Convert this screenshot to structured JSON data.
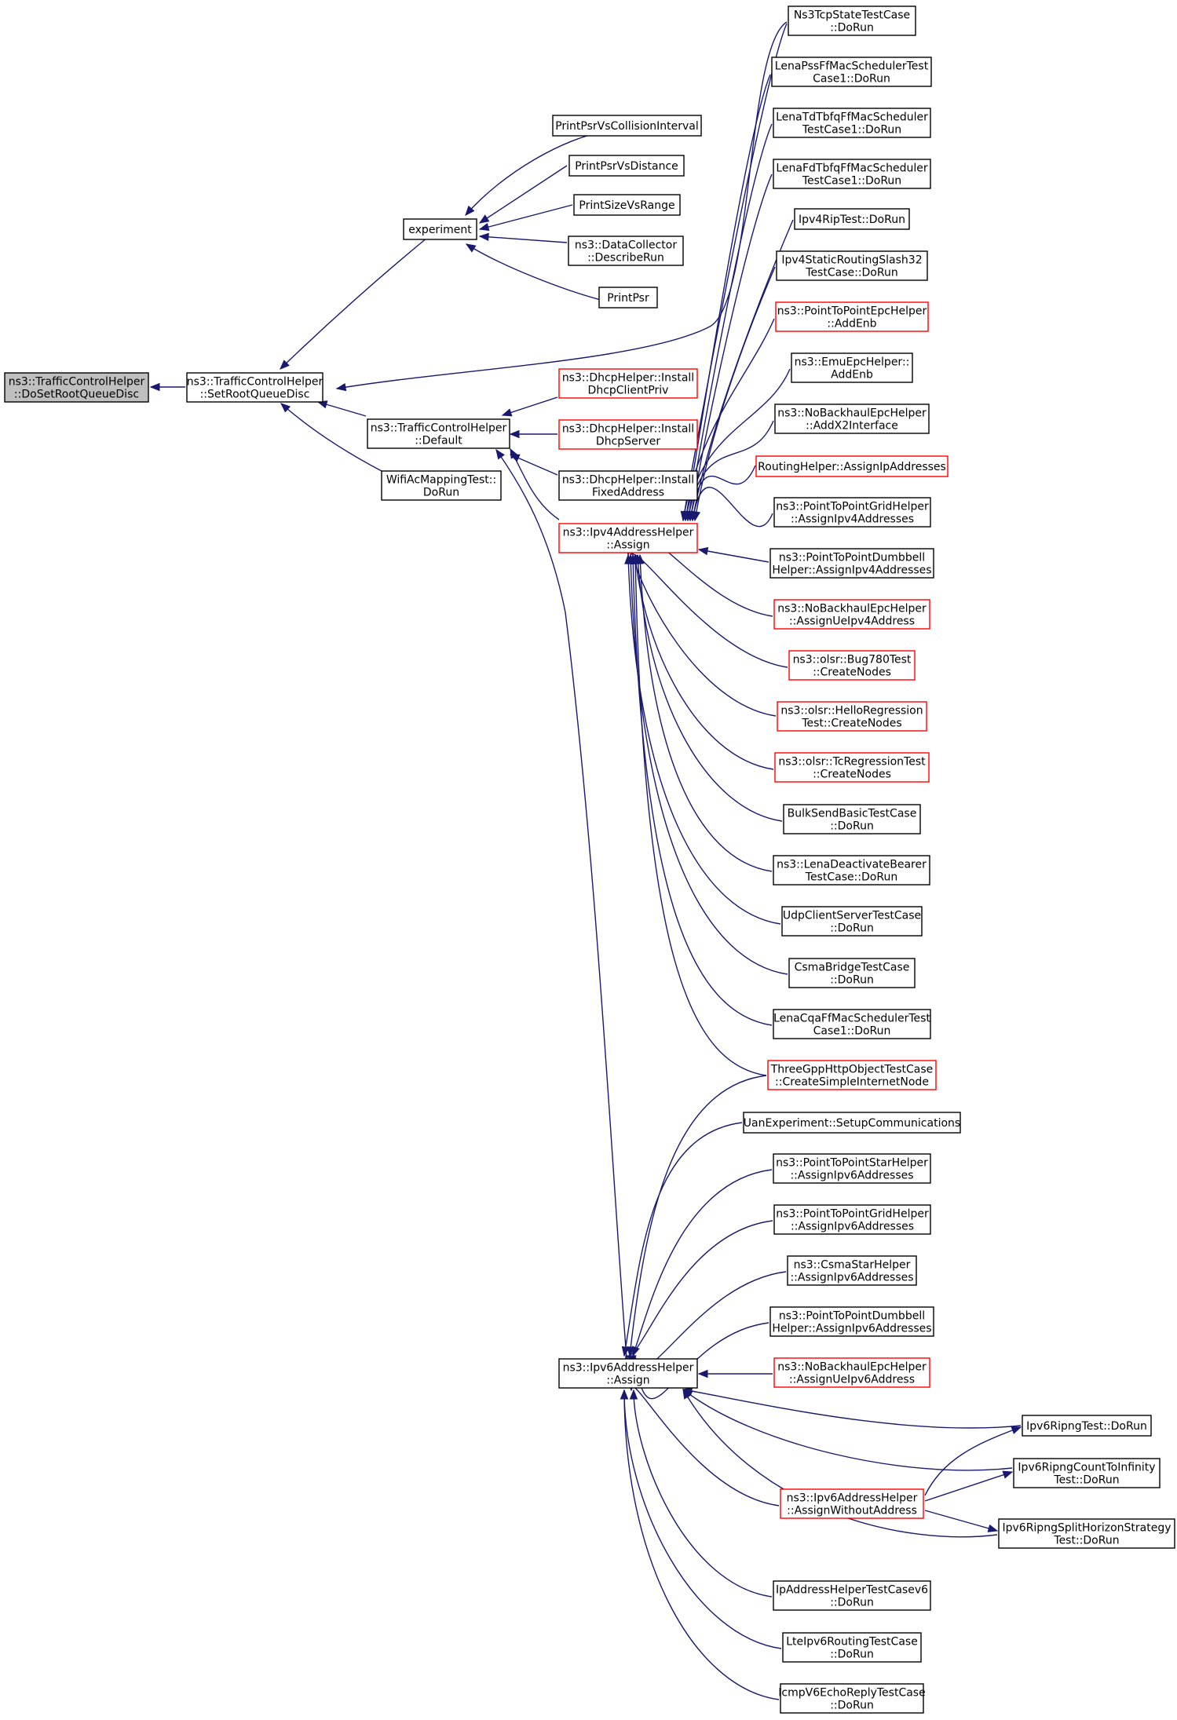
{
  "colors": {
    "edge": "#191970",
    "box_border": "#000000",
    "box_border_incomplete": "#ff0000",
    "root_fill": "#bfbfbf"
  },
  "nodes": [
    {
      "id": "root",
      "lines": [
        "ns3::TrafficControlHelper",
        "::DoSetRootQueueDisc"
      ],
      "kind": "root"
    },
    {
      "id": "setroot",
      "lines": [
        "ns3::TrafficControlHelper",
        "::SetRootQueueDisc"
      ]
    },
    {
      "id": "experiment",
      "lines": [
        "experiment"
      ]
    },
    {
      "id": "tcdefault",
      "lines": [
        "ns3::TrafficControlHelper",
        "::Default"
      ]
    },
    {
      "id": "wifiac",
      "lines": [
        "WifiAcMappingTest::",
        "DoRun"
      ]
    },
    {
      "id": "psrcollision",
      "lines": [
        "PrintPsrVsCollisionInterval"
      ]
    },
    {
      "id": "psrdistance",
      "lines": [
        "PrintPsrVsDistance"
      ]
    },
    {
      "id": "sizerange",
      "lines": [
        "PrintSizeVsRange"
      ]
    },
    {
      "id": "describerun",
      "lines": [
        "ns3::DataCollector",
        "::DescribeRun"
      ]
    },
    {
      "id": "printpsr",
      "lines": [
        "PrintPsr"
      ]
    },
    {
      "id": "dhcpclient",
      "lines": [
        "ns3::DhcpHelper::Install",
        "DhcpClientPriv"
      ],
      "kind": "red"
    },
    {
      "id": "dhcpserver",
      "lines": [
        "ns3::DhcpHelper::Install",
        "DhcpServer"
      ],
      "kind": "red"
    },
    {
      "id": "dhcpfixed",
      "lines": [
        "ns3::DhcpHelper::Install",
        "FixedAddress"
      ]
    },
    {
      "id": "ipv4assign",
      "lines": [
        "ns3::Ipv4AddressHelper",
        "::Assign"
      ],
      "kind": "red"
    },
    {
      "id": "ipv6assign",
      "lines": [
        "ns3::Ipv6AddressHelper",
        "::Assign"
      ]
    },
    {
      "id": "tcpstate",
      "lines": [
        "Ns3TcpStateTestCase",
        "::DoRun"
      ]
    },
    {
      "id": "lenapss",
      "lines": [
        "LenaPssFfMacSchedulerTest",
        "Case1::DoRun"
      ]
    },
    {
      "id": "lenatd",
      "lines": [
        "LenaTdTbfqFfMacScheduler",
        "TestCase1::DoRun"
      ]
    },
    {
      "id": "lenafd",
      "lines": [
        "LenaFdTbfqFfMacScheduler",
        "TestCase1::DoRun"
      ]
    },
    {
      "id": "ipv4rip",
      "lines": [
        "Ipv4RipTest::DoRun"
      ]
    },
    {
      "id": "slash32",
      "lines": [
        "Ipv4StaticRoutingSlash32",
        "TestCase::DoRun"
      ]
    },
    {
      "id": "p2pepc",
      "lines": [
        "ns3::PointToPointEpcHelper",
        "::AddEnb"
      ],
      "kind": "red"
    },
    {
      "id": "emuepc",
      "lines": [
        "ns3::EmuEpcHelper::",
        "AddEnb"
      ]
    },
    {
      "id": "nobackx2",
      "lines": [
        "ns3::NoBackhaulEpcHelper",
        "::AddX2Interface"
      ]
    },
    {
      "id": "routinghelper",
      "lines": [
        "RoutingHelper::AssignIpAddresses"
      ],
      "kind": "red"
    },
    {
      "id": "p2pgrid4",
      "lines": [
        "ns3::PointToPointGridHelper",
        "::AssignIpv4Addresses"
      ]
    },
    {
      "id": "p2pdumb4",
      "lines": [
        "ns3::PointToPointDumbbell",
        "Helper::AssignIpv4Addresses"
      ]
    },
    {
      "id": "nobackue4",
      "lines": [
        "ns3::NoBackhaulEpcHelper",
        "::AssignUeIpv4Address"
      ],
      "kind": "red"
    },
    {
      "id": "bug780",
      "lines": [
        "ns3::olsr::Bug780Test",
        "::CreateNodes"
      ],
      "kind": "red"
    },
    {
      "id": "helloreg",
      "lines": [
        "ns3::olsr::HelloRegression",
        "Test::CreateNodes"
      ],
      "kind": "red"
    },
    {
      "id": "tcreg",
      "lines": [
        "ns3::olsr::TcRegressionTest",
        "::CreateNodes"
      ],
      "kind": "red"
    },
    {
      "id": "bulksend",
      "lines": [
        "BulkSendBasicTestCase",
        "::DoRun"
      ]
    },
    {
      "id": "lenadeact",
      "lines": [
        "ns3::LenaDeactivateBearer",
        "TestCase::DoRun"
      ]
    },
    {
      "id": "udpclient",
      "lines": [
        "UdpClientServerTestCase",
        "::DoRun"
      ]
    },
    {
      "id": "csmabridge",
      "lines": [
        "CsmaBridgeTestCase",
        "::DoRun"
      ]
    },
    {
      "id": "lenacqa",
      "lines": [
        "LenaCqaFfMacSchedulerTest",
        "Case1::DoRun"
      ]
    },
    {
      "id": "threegpp",
      "lines": [
        "ThreeGppHttpObjectTestCase",
        "::CreateSimpleInternetNode"
      ],
      "kind": "red"
    },
    {
      "id": "uanexp",
      "lines": [
        "UanExperiment::SetupCommunications"
      ]
    },
    {
      "id": "p2pstar6",
      "lines": [
        "ns3::PointToPointStarHelper",
        "::AssignIpv6Addresses"
      ]
    },
    {
      "id": "p2pgrid6",
      "lines": [
        "ns3::PointToPointGridHelper",
        "::AssignIpv6Addresses"
      ]
    },
    {
      "id": "csmastar6",
      "lines": [
        "ns3::CsmaStarHelper",
        "::AssignIpv6Addresses"
      ]
    },
    {
      "id": "p2pdumb6",
      "lines": [
        "ns3::PointToPointDumbbell",
        "Helper::AssignIpv6Addresses"
      ]
    },
    {
      "id": "nobackue6",
      "lines": [
        "ns3::NoBackhaulEpcHelper",
        "::AssignUeIpv6Address"
      ],
      "kind": "red"
    },
    {
      "id": "ipv6without",
      "lines": [
        "ns3::Ipv6AddressHelper",
        "::AssignWithoutAddress"
      ],
      "kind": "red"
    },
    {
      "id": "ripngtest",
      "lines": [
        "Ipv6RipngTest::DoRun"
      ]
    },
    {
      "id": "ripngcount",
      "lines": [
        "Ipv6RipngCountToInfinity",
        "Test::DoRun"
      ]
    },
    {
      "id": "ripngsplit",
      "lines": [
        "Ipv6RipngSplitHorizonStrategy",
        "Test::DoRun"
      ]
    },
    {
      "id": "ipaddrv6",
      "lines": [
        "IpAddressHelperTestCasev6",
        "::DoRun"
      ]
    },
    {
      "id": "lteipv6",
      "lines": [
        "LteIpv6RoutingTestCase",
        "::DoRun"
      ]
    },
    {
      "id": "icmpv6",
      "lines": [
        "IcmpV6EchoReplyTestCase",
        "::DoRun"
      ]
    }
  ]
}
